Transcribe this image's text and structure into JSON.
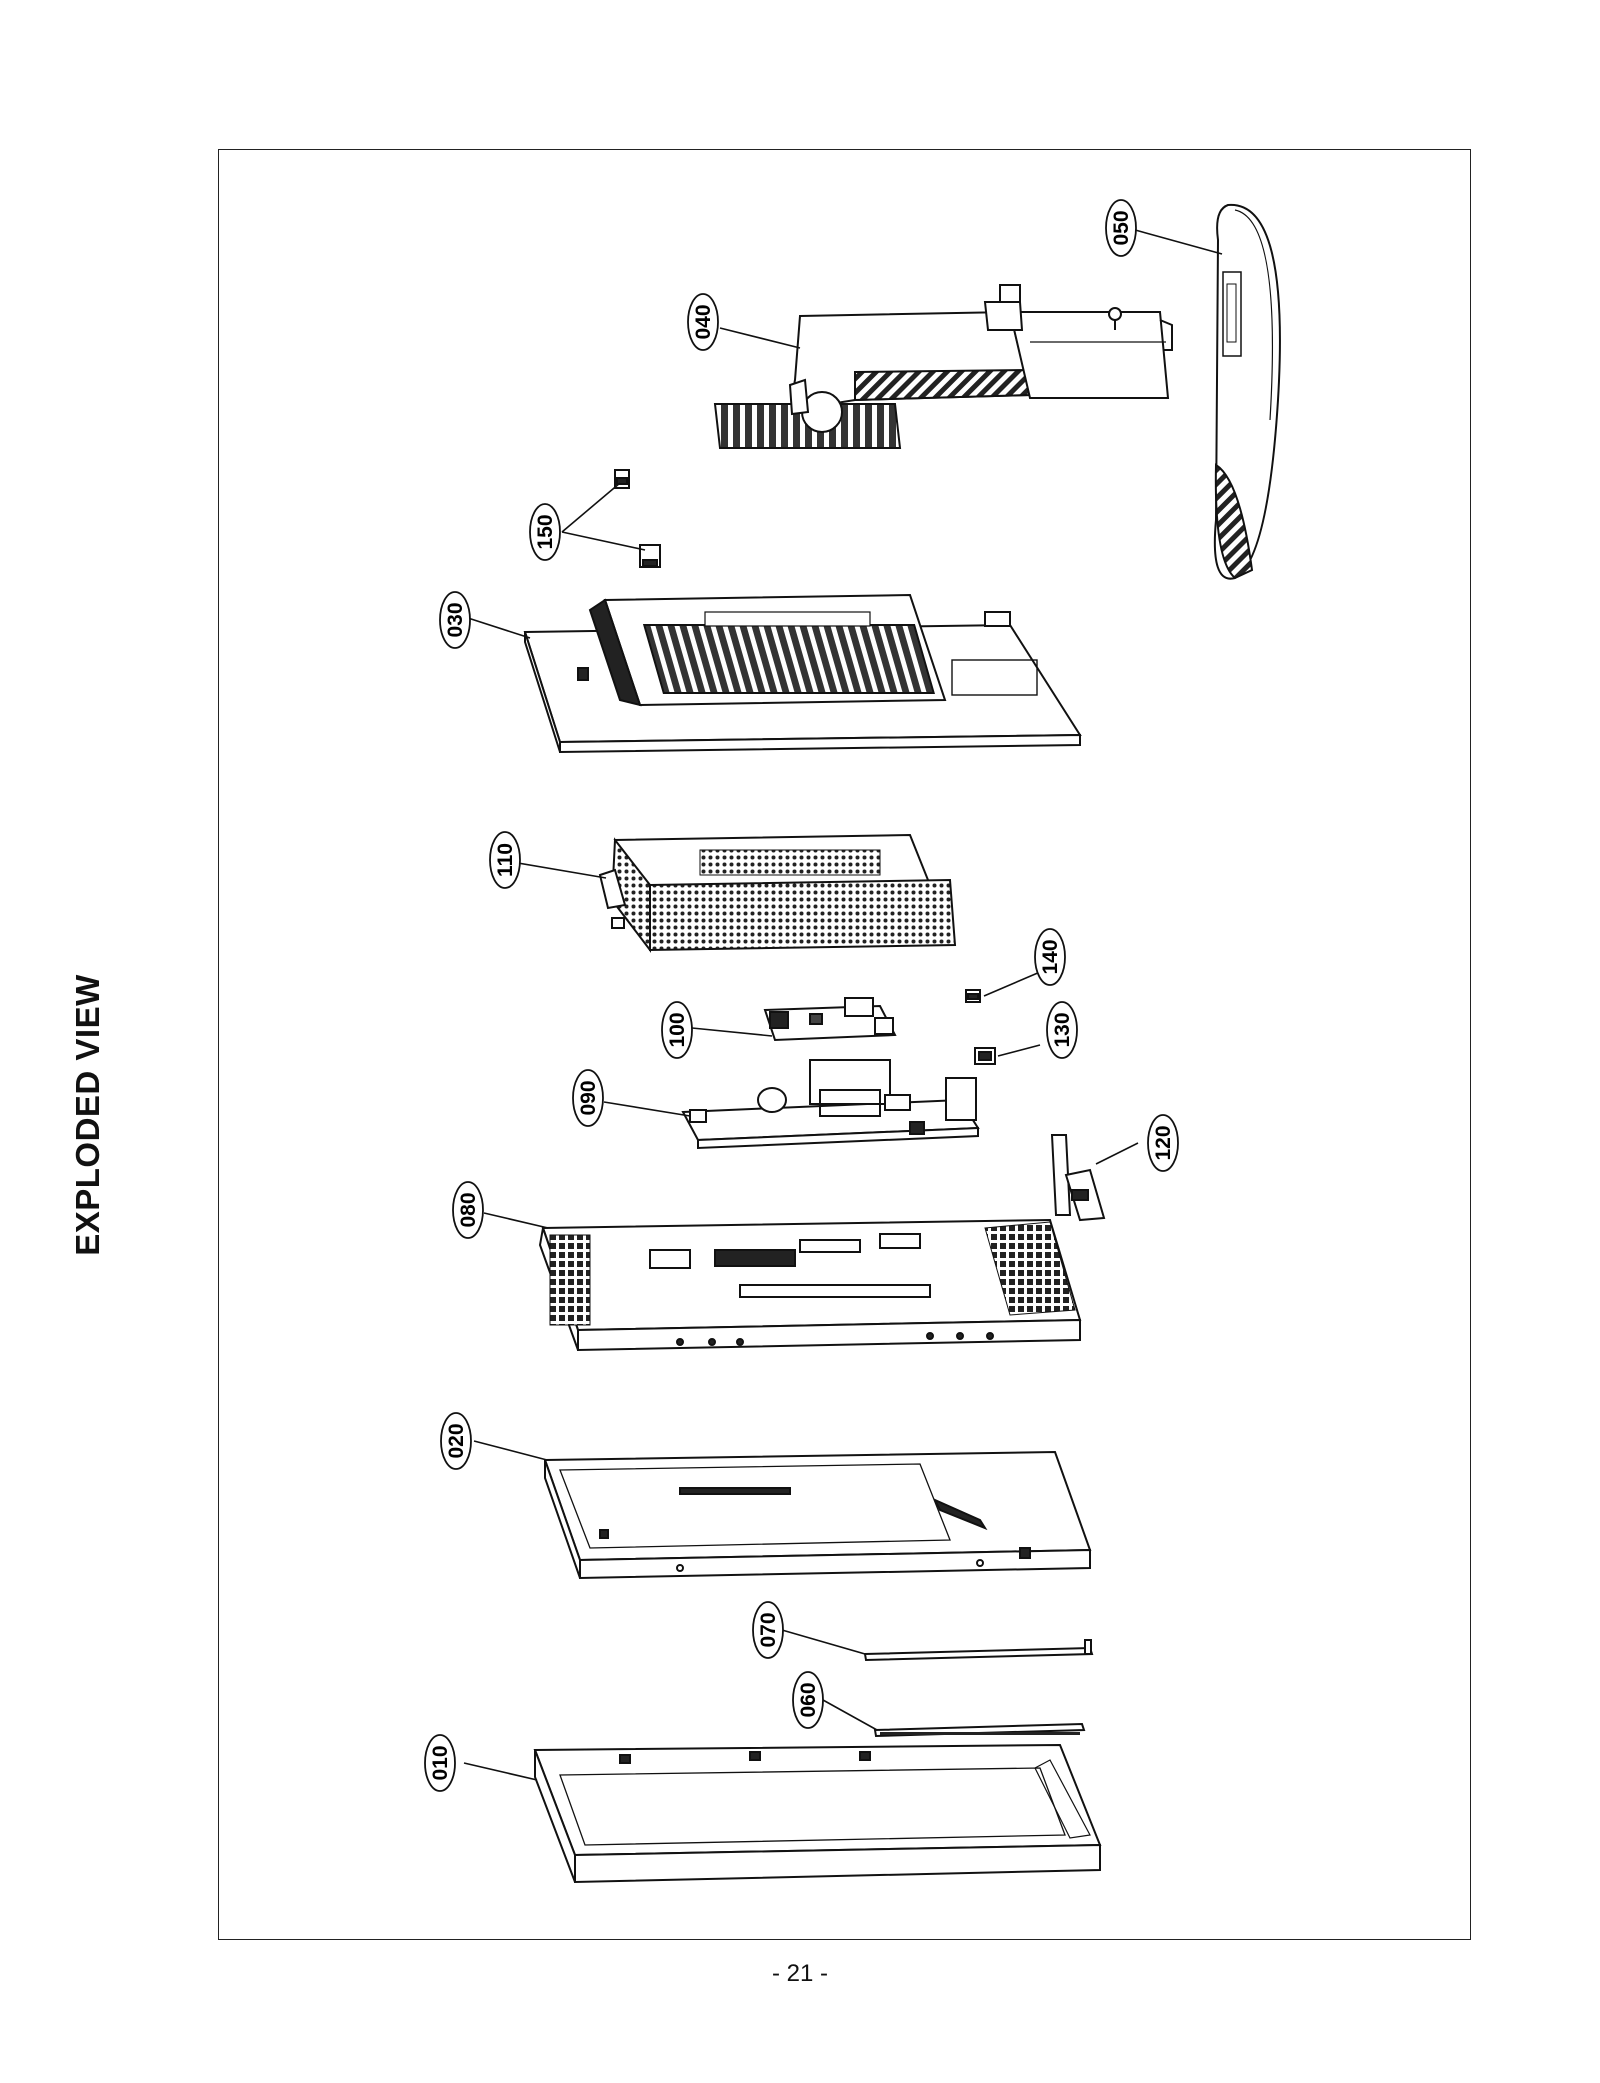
{
  "title": "EXPLODED VIEW",
  "page_number": "- 21 -",
  "callouts": [
    {
      "id": "c010",
      "label": "010"
    },
    {
      "id": "c020",
      "label": "020"
    },
    {
      "id": "c030",
      "label": "030"
    },
    {
      "id": "c040",
      "label": "040"
    },
    {
      "id": "c050",
      "label": "050"
    },
    {
      "id": "c060",
      "label": "060"
    },
    {
      "id": "c070",
      "label": "070"
    },
    {
      "id": "c080",
      "label": "080"
    },
    {
      "id": "c090",
      "label": "090"
    },
    {
      "id": "c100",
      "label": "100"
    },
    {
      "id": "c110",
      "label": "110"
    },
    {
      "id": "c120",
      "label": "120"
    },
    {
      "id": "c130",
      "label": "130"
    },
    {
      "id": "c140",
      "label": "140"
    },
    {
      "id": "c150",
      "label": "150"
    }
  ]
}
